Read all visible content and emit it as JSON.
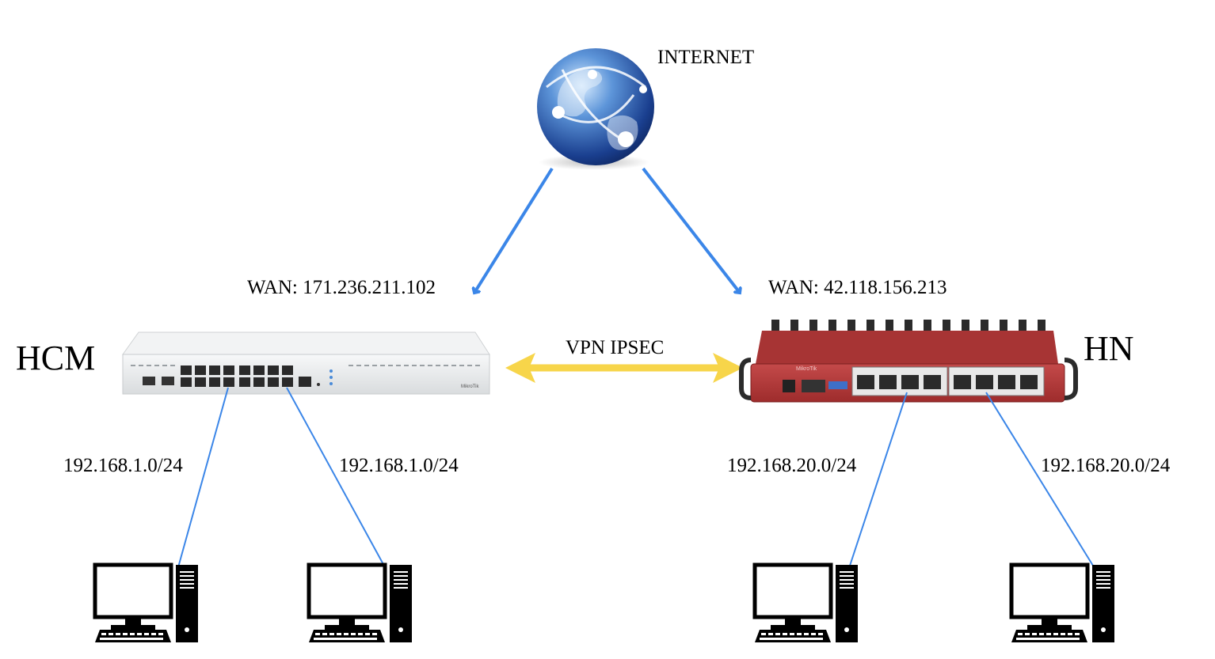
{
  "internet": {
    "label": "INTERNET",
    "icon": "globe-icon"
  },
  "sites": {
    "hcm": {
      "name": "HCM",
      "wan": "WAN: 171.236.211.102",
      "lan_left": "192.168.1.0/24",
      "lan_right": "192.168.1.0/24",
      "device_brand": "MikroTik"
    },
    "hn": {
      "name": "HN",
      "wan": "WAN: 42.118.156.213",
      "lan_left": "192.168.20.0/24",
      "lan_right": "192.168.20.0/24",
      "device_brand": "MikroTik"
    }
  },
  "vpn": {
    "label": "VPN IPSEC"
  },
  "colors": {
    "link": "#3b86e8",
    "vpn": "#f7d54a",
    "hcm_chassis": "#e9ebec",
    "hn_chassis": "#b83838",
    "pc": "#000000"
  }
}
